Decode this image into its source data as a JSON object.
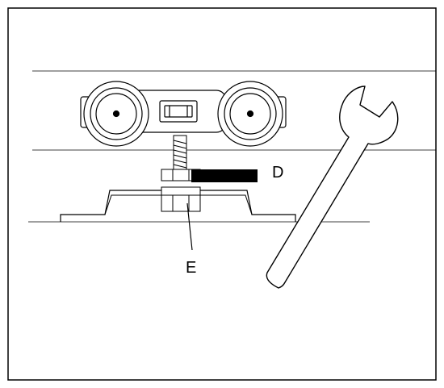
{
  "labels": {
    "d": "D",
    "e": "E"
  },
  "colors": {
    "background": "#ffffff",
    "stroke": "#000000",
    "wheel_fill": "#ffffff",
    "marker_fill": "#000000"
  },
  "components": [
    "rail-top-line",
    "rail-middle-line",
    "rail-bottom-line",
    "trolley-roller-left",
    "trolley-roller-right",
    "trolley-body",
    "threaded-bolt",
    "adjustment-nut",
    "mounting-bracket",
    "open-end-wrench",
    "marker-bar-d",
    "leader-line-e"
  ]
}
